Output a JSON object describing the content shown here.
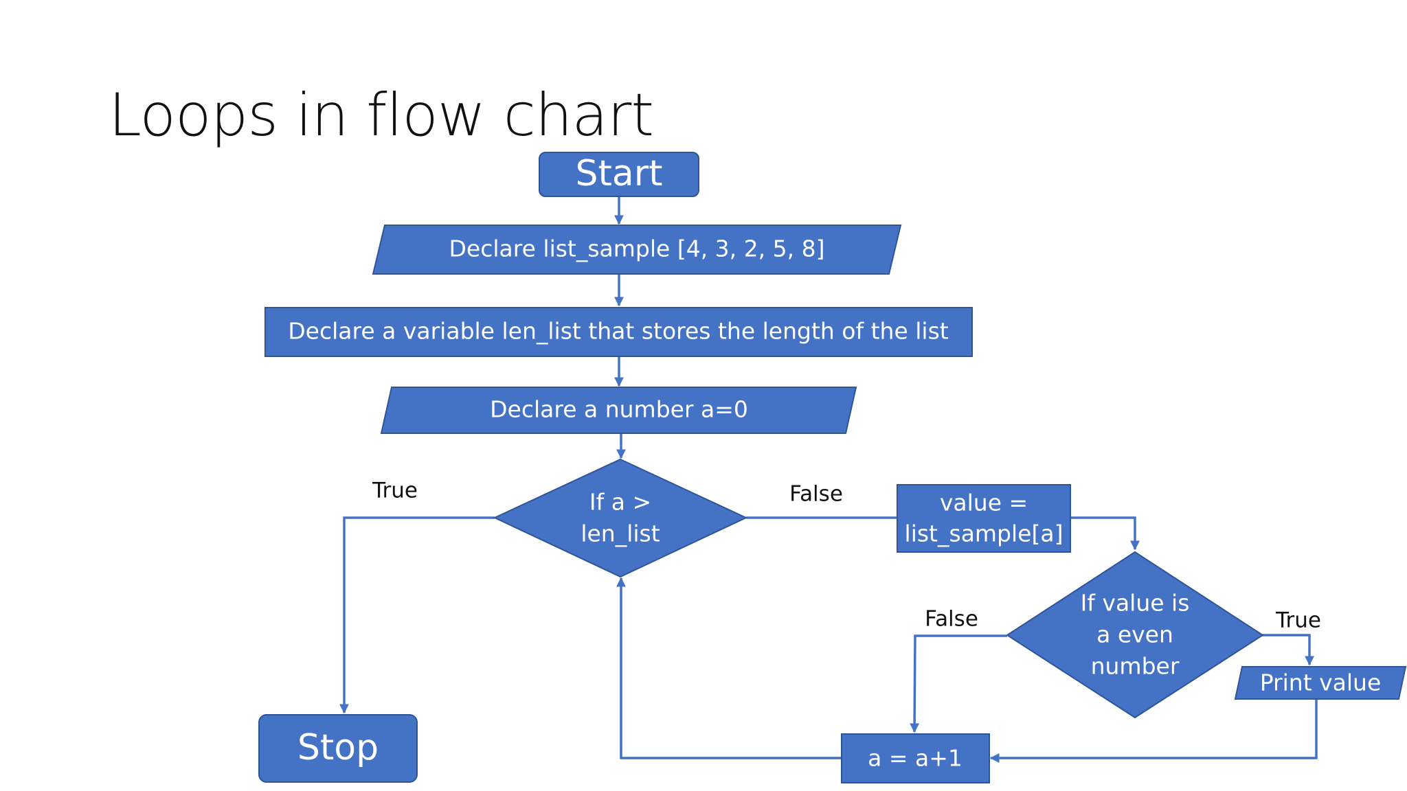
{
  "slide": {
    "title": "Loops in flow chart"
  },
  "colors": {
    "shape_fill": "#4472C4",
    "shape_stroke": "#2F5597",
    "connector": "#4472C4",
    "background": "#ffffff"
  },
  "flowchart": {
    "start": "Start",
    "declare_list": "Declare list_sample  [4, 3, 2, 5, 8]",
    "declare_len": "Declare a variable len_list that stores the length of the list",
    "declare_a": "Declare a number a=0",
    "condition_1": [
      "If a >",
      "len_list"
    ],
    "assign_value": [
      "value =",
      "list_sample[a]"
    ],
    "condition_2": [
      "If value is",
      "a even",
      "number"
    ],
    "print_value": "Print value",
    "increment": "a = a+1",
    "stop": "Stop"
  },
  "edge_labels": {
    "cond1_true": "True",
    "cond1_false": "False",
    "cond2_false": "False",
    "cond2_true": "True"
  }
}
